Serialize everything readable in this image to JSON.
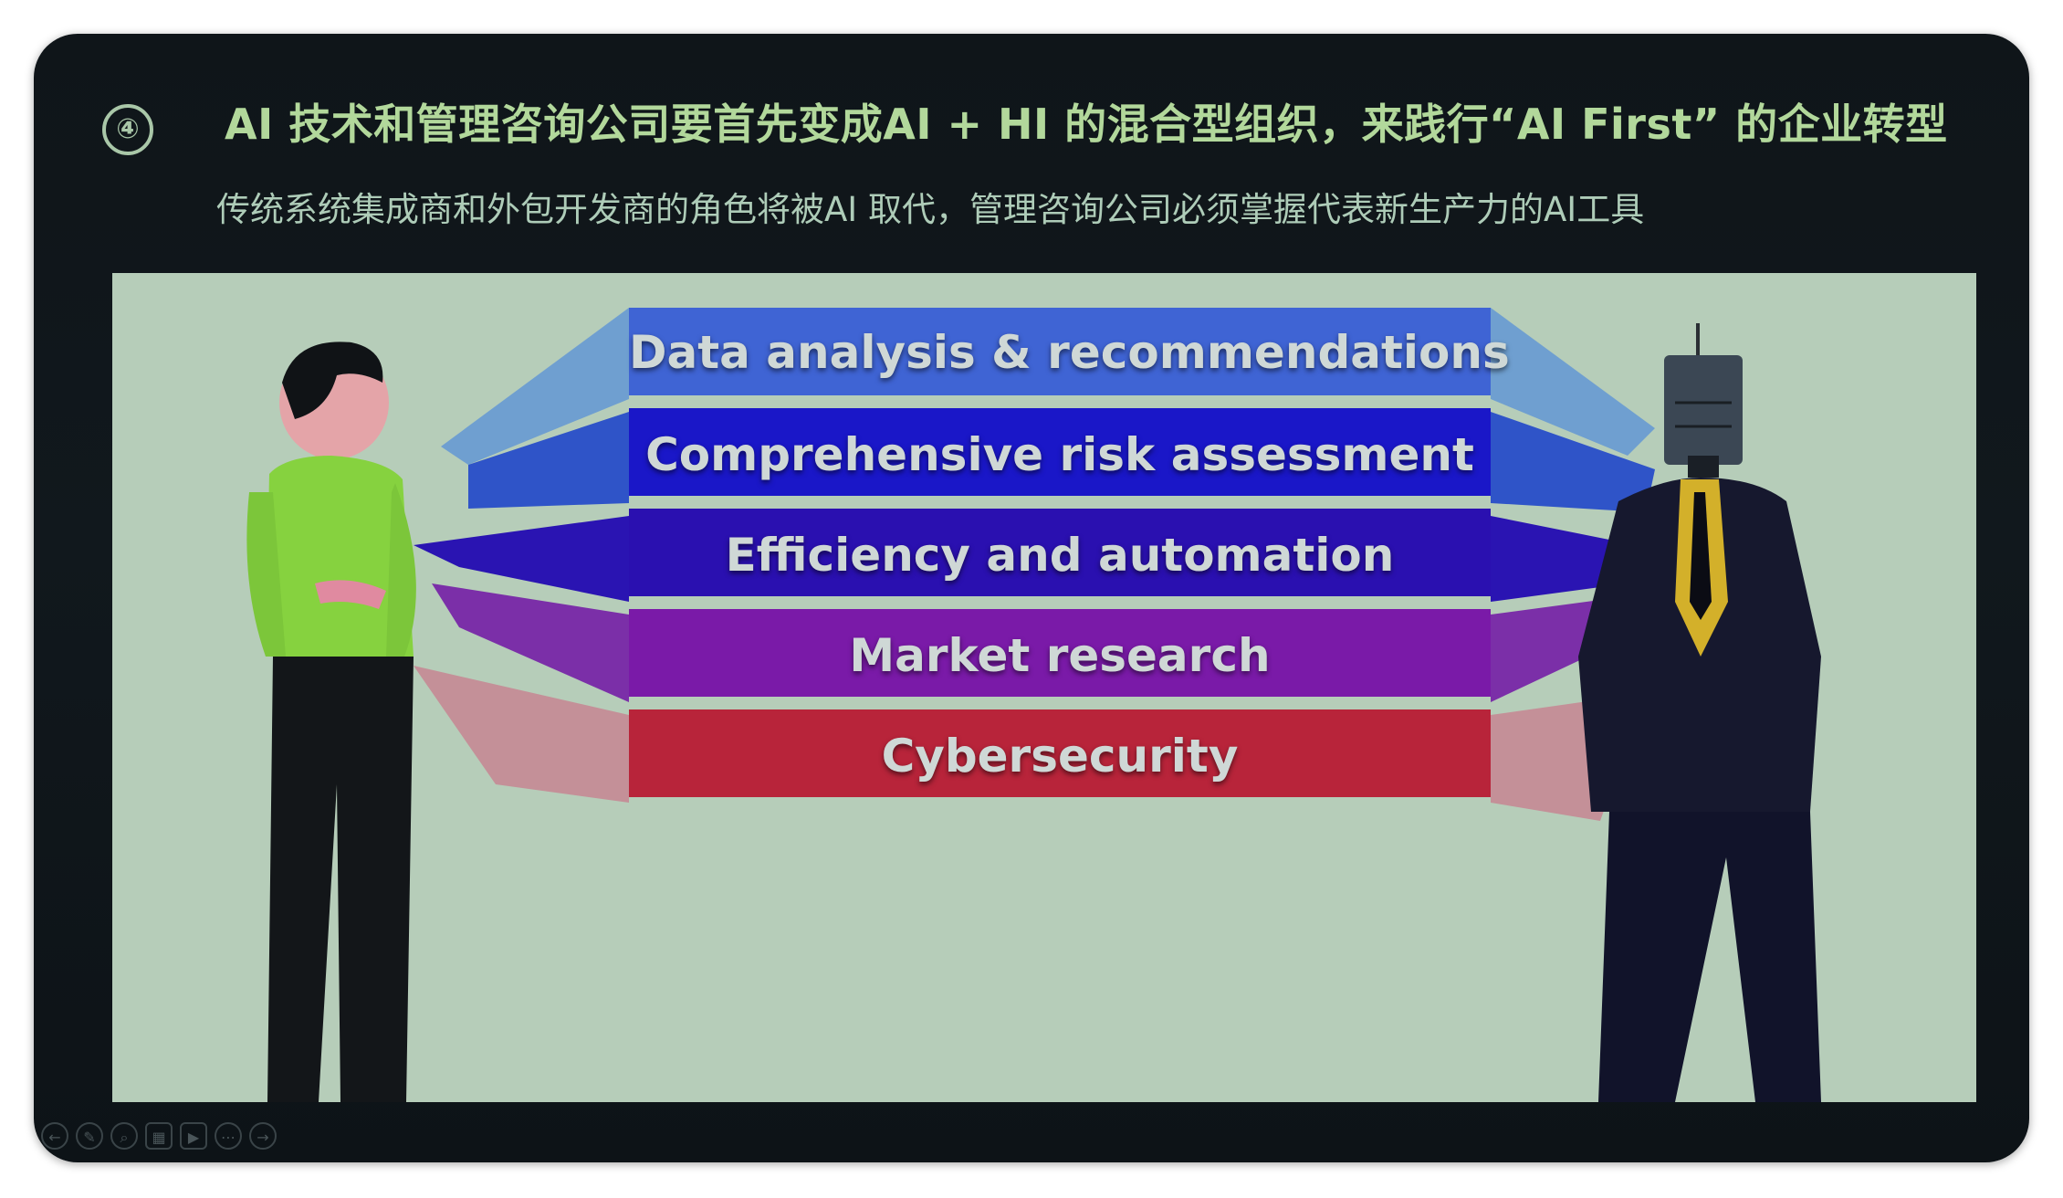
{
  "slide": {
    "number_glyph": "④",
    "title": "AI 技术和管理咨询公司要首先变成AI + HI 的混合型组织，来践行“AI First” 的企业转型",
    "subtitle": "传统系统集成商和外包开发商的角色将被AI 取代，管理咨询公司必须掌握代表新生产力的AI工具"
  },
  "bands": [
    {
      "label": "Data analysis & recommendations",
      "color": "#3f64d4"
    },
    {
      "label": "Comprehensive risk assessment",
      "color": "#1a17c8"
    },
    {
      "label": "Efficiency and automation",
      "color": "#2a10b0"
    },
    {
      "label": "Market research",
      "color": "#7a1aa8"
    },
    {
      "label": "Cybersecurity",
      "color": "#b8243a"
    }
  ],
  "figures": {
    "human": "human-figure",
    "robot": "robot-figure"
  },
  "toolbar": {
    "icons": [
      "back-icon",
      "pen-icon",
      "zoom-icon",
      "slides-icon",
      "video-icon",
      "more-icon",
      "forward-icon"
    ],
    "glyphs": [
      "←",
      "✎",
      "⌕",
      "▦",
      "▶",
      "⋯",
      "→"
    ]
  }
}
